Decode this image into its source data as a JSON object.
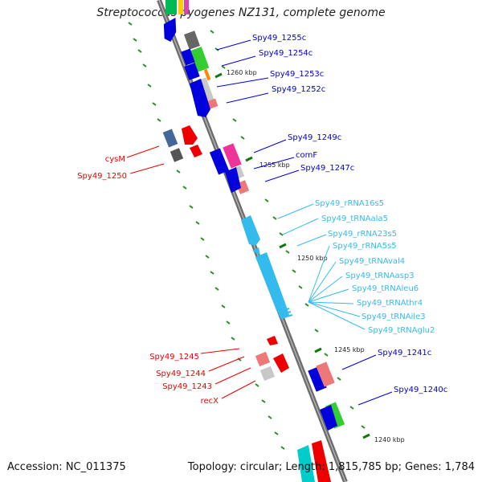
{
  "title": "Streptococcus pyogenes NZ131, complete genome",
  "footer": {
    "accession": "Accession: NC_011375",
    "topology": "Topology: circular; Length: 1,815,785 bp; Genes: 1,784"
  },
  "colors": {
    "backbone": "#7a7a7a",
    "forward_gene": "#0000dd",
    "reverse_gene": "#ee0000",
    "rna_gene": "#33bbee",
    "tick": "#117711"
  },
  "ticks": [
    {
      "label": "1260 kbp"
    },
    {
      "label": "1255 kbp"
    },
    {
      "label": "1250 kbp"
    },
    {
      "label": "1245 kbp"
    },
    {
      "label": "1240 kbp"
    }
  ],
  "labels": {
    "forward": [
      "Spy49_1255c",
      "Spy49_1254c",
      "Spy49_1253c",
      "Spy49_1252c",
      "Spy49_1249c",
      "comF",
      "Spy49_1247c",
      "Spy49_1241c",
      "Spy49_1240c"
    ],
    "reverse": [
      "cysM",
      "Spy49_1250",
      "Spy49_1245",
      "Spy49_1244",
      "Spy49_1243",
      "recX"
    ],
    "rna": [
      "Spy49_rRNA16s5",
      "Spy49_tRNAala5",
      "Spy49_rRNA23s5",
      "Spy49_rRNA5s5",
      "Spy49_tRNAval4",
      "Spy49_tRNAasp3",
      "Spy49_tRNAleu6",
      "Spy49_tRNAthr4",
      "Spy49_tRNAile3",
      "Spy49_tRNAglu2"
    ]
  }
}
